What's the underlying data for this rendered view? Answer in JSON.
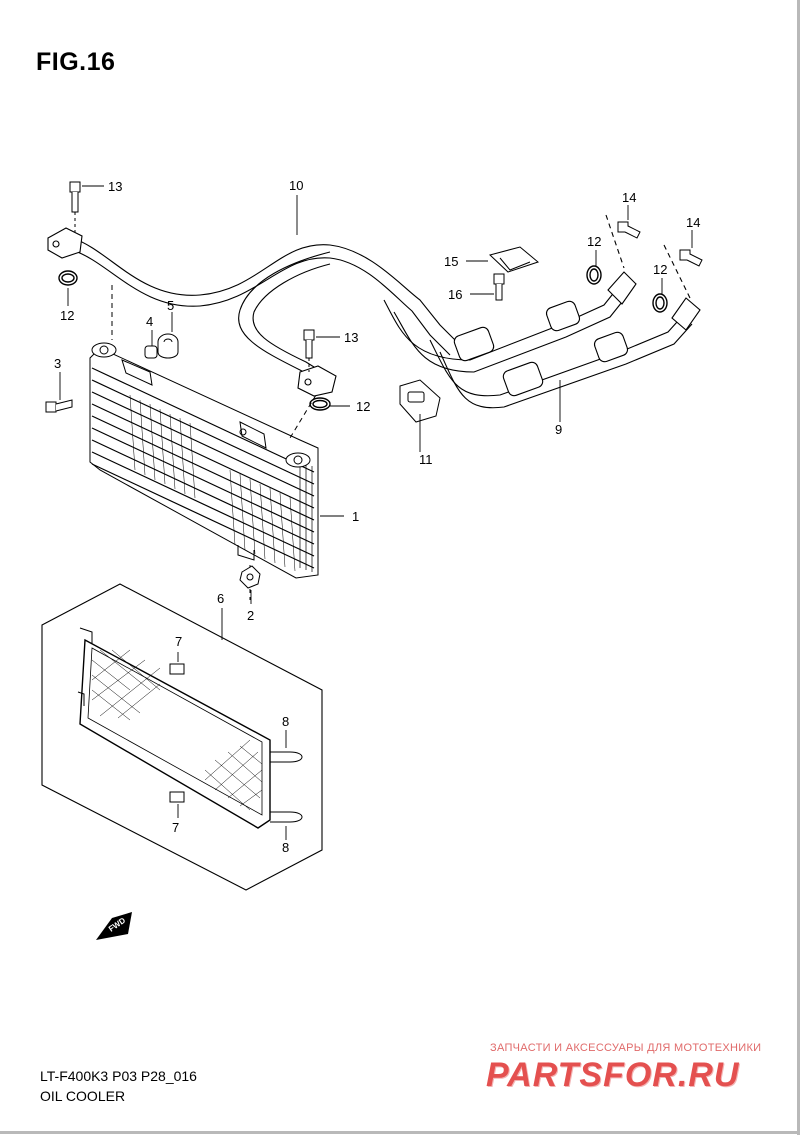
{
  "figure": {
    "title": "FIG.16"
  },
  "callouts": [
    "1",
    "2",
    "3",
    "4",
    "5",
    "6",
    "7",
    "7",
    "8",
    "8",
    "9",
    "10",
    "11",
    "12",
    "12",
    "12",
    "12",
    "13",
    "13",
    "14",
    "14",
    "15",
    "16"
  ],
  "fwd_marker": {
    "label": "FWD"
  },
  "footer": {
    "code": "LT-F400K3 P03 P28_016",
    "name": "OIL COOLER"
  },
  "watermark": {
    "tagline": "ЗАПЧАСТИ И АКСЕССУАРЫ ДЛЯ МОТОТЕХНИКИ",
    "logo": "PARTSFOR.RU"
  },
  "colors": {
    "line": "#000000",
    "frame": "#b9b9b9",
    "watermark": "#e4504f"
  }
}
